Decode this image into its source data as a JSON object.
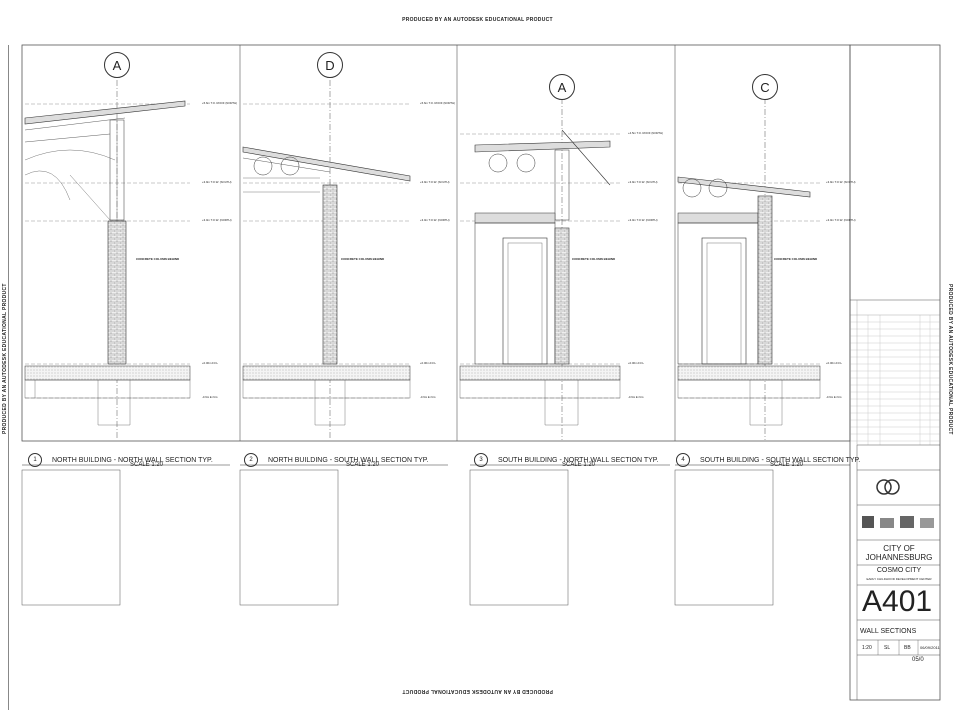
{
  "watermark": "PRODUCED BY AN AUTODESK EDUCATIONAL PRODUCT",
  "column_markers": [
    "A",
    "D",
    "A",
    "C"
  ],
  "levels": {
    "roof_high": "+5.6m T.O. ROOF (NORTH)",
    "tow_south": "+3.9m T.O.W. (SOUTH)",
    "tow_north": "+3.0m T.O.W. (NORTH)",
    "ffl": "+0.00m F.F.L",
    "eng": "-0.9m E.N.G",
    "roof_south": "+4.5m T.O. ROOF (NORTH)"
  },
  "concrete_behind": "CONCRETE COLUMN BEHIND",
  "sections": [
    {
      "num": "1",
      "title": "NORTH BUILDING - NORTH WALL SECTION TYP.",
      "scale": "SCALE 1:20"
    },
    {
      "num": "2",
      "title": "NORTH BUILDING - SOUTH WALL SECTION TYP.",
      "scale": "SCALE 1:20"
    },
    {
      "num": "3",
      "title": "SOUTH BUILDING - NORTH WALL SECTION TYP.",
      "scale": "SCALE 1:20"
    },
    {
      "num": "4",
      "title": "SOUTH BUILDING - SOUTH WALL SECTION TYP.",
      "scale": "SCALE 1:20"
    }
  ],
  "title_block": {
    "client": "CITY OF\nJOHANNESBURG",
    "project": "COSMO CITY",
    "project_sub": "EARLY CHILDHOOD DEVELOPMENT CENTER",
    "sheet_no": "A401",
    "sheet_title": "WALL SECTIONS",
    "scale": "1:20",
    "drawn": "SL",
    "checked": "BB",
    "date": "06/09/2011",
    "rev": "05/0"
  }
}
